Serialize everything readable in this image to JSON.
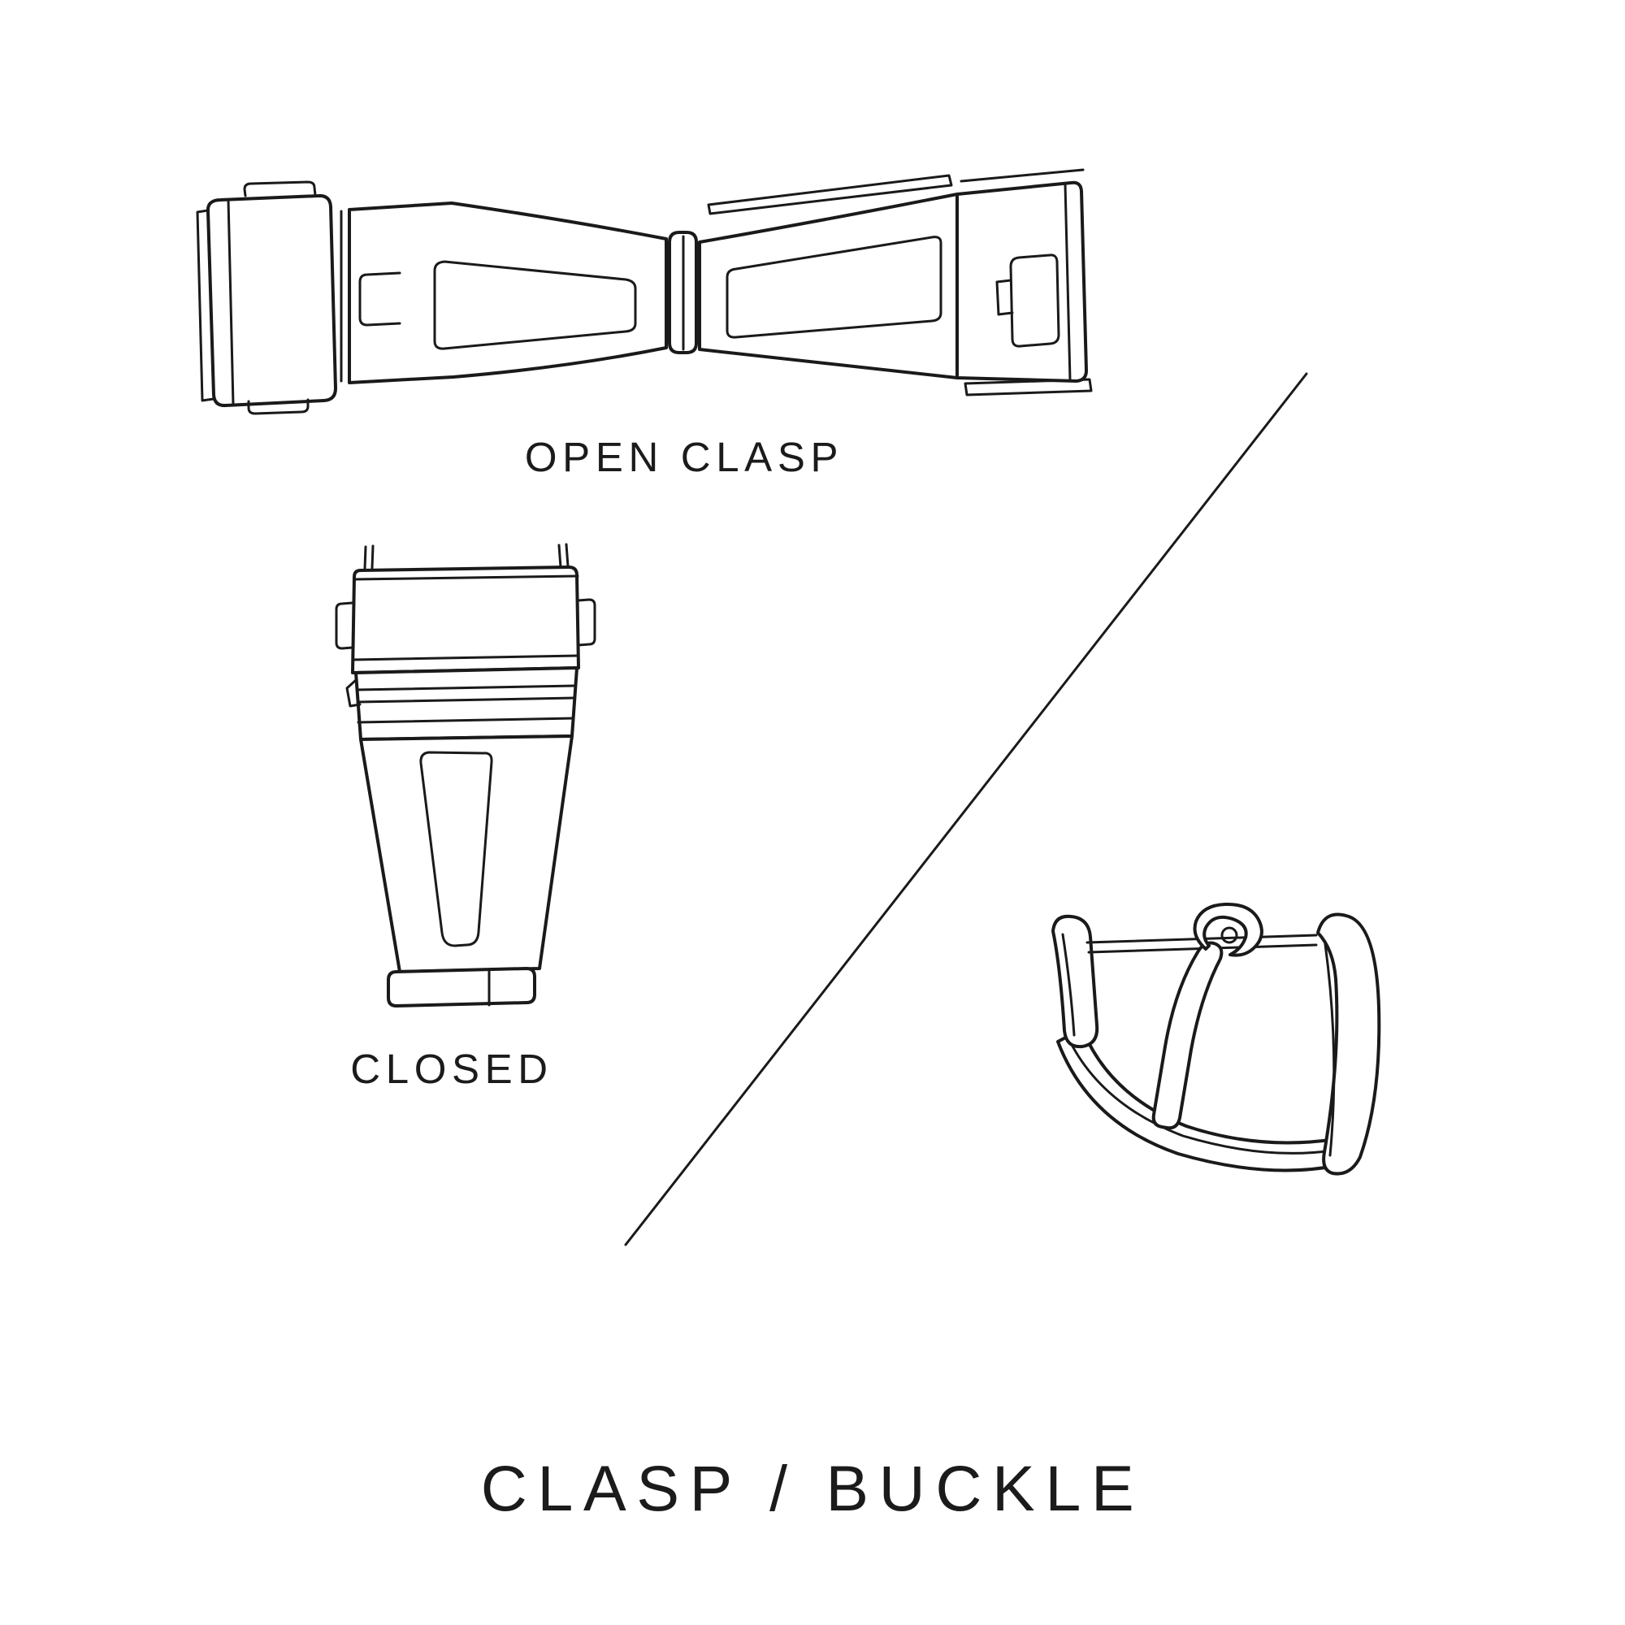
{
  "page": {
    "background_color": "#ffffff",
    "line_color": "#1a1a1a",
    "text_color": "#1b1b1b"
  },
  "labels": {
    "open_clasp": "OPEN CLASP",
    "closed": "CLOSED"
  },
  "title": "CLASP / BUCKLE",
  "figures": {
    "open_clasp": "open-clasp-illustration",
    "closed_clasp": "closed-clasp-illustration",
    "buckle": "buckle-illustration",
    "divider": "diagonal-divider-line"
  }
}
